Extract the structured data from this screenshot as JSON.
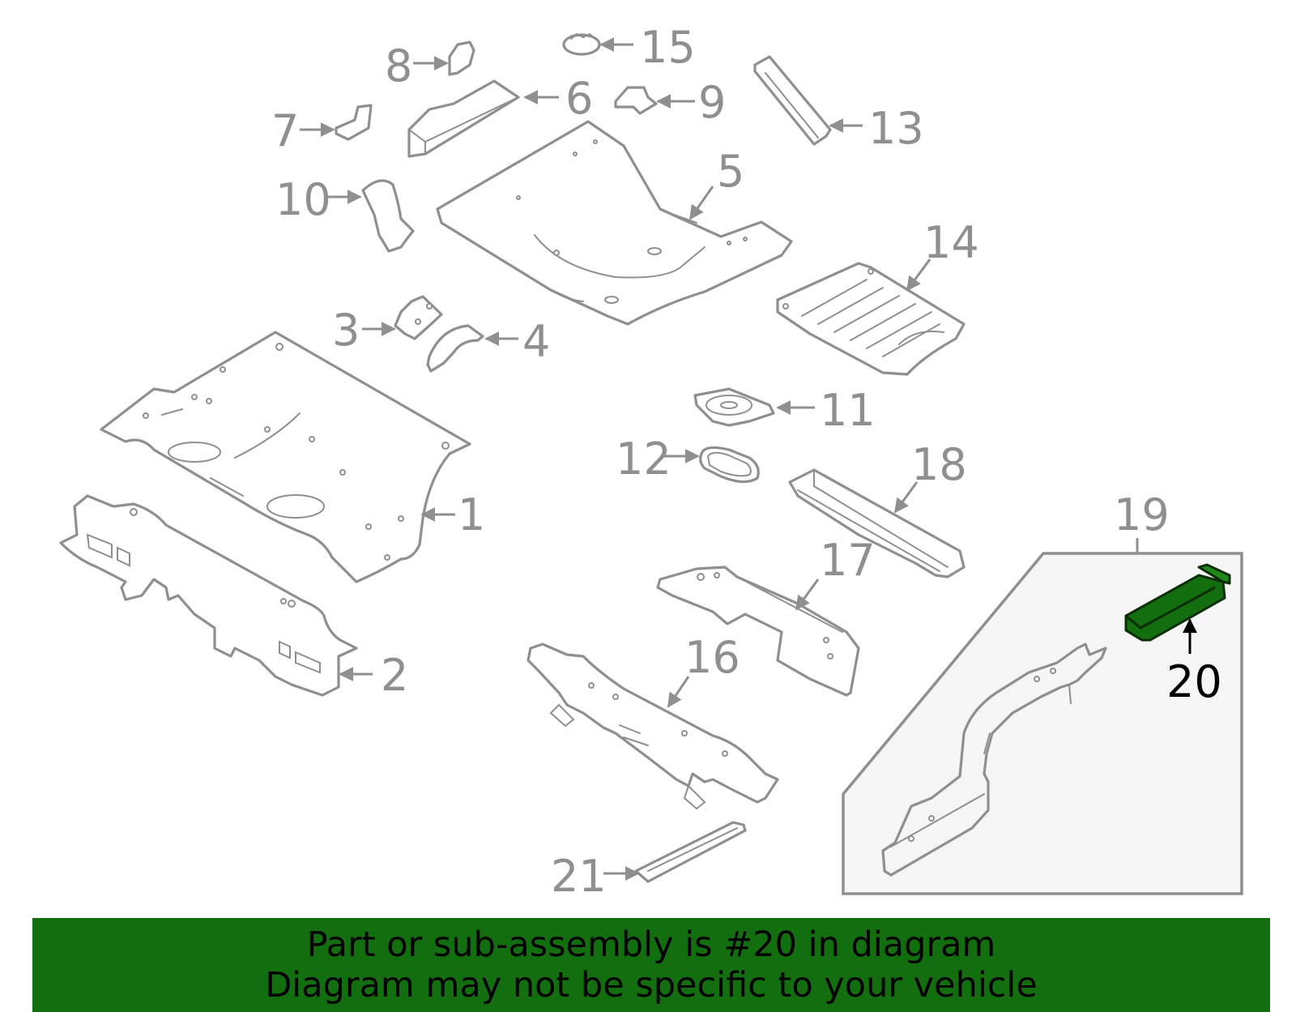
{
  "diagram": {
    "callouts": [
      "1",
      "2",
      "3",
      "4",
      "5",
      "6",
      "7",
      "8",
      "9",
      "10",
      "11",
      "12",
      "13",
      "14",
      "15",
      "16",
      "17",
      "18",
      "19",
      "20",
      "21"
    ],
    "highlighted_part": "20",
    "colors": {
      "linework": "#8f8f8f",
      "highlight": "#136e10",
      "banner": "#136e10",
      "inset_background": "#f5f5f5"
    }
  },
  "banner": {
    "line1": "Part or sub-assembly is #20 in diagram",
    "line2": "Diagram may not be specific to your vehicle"
  }
}
